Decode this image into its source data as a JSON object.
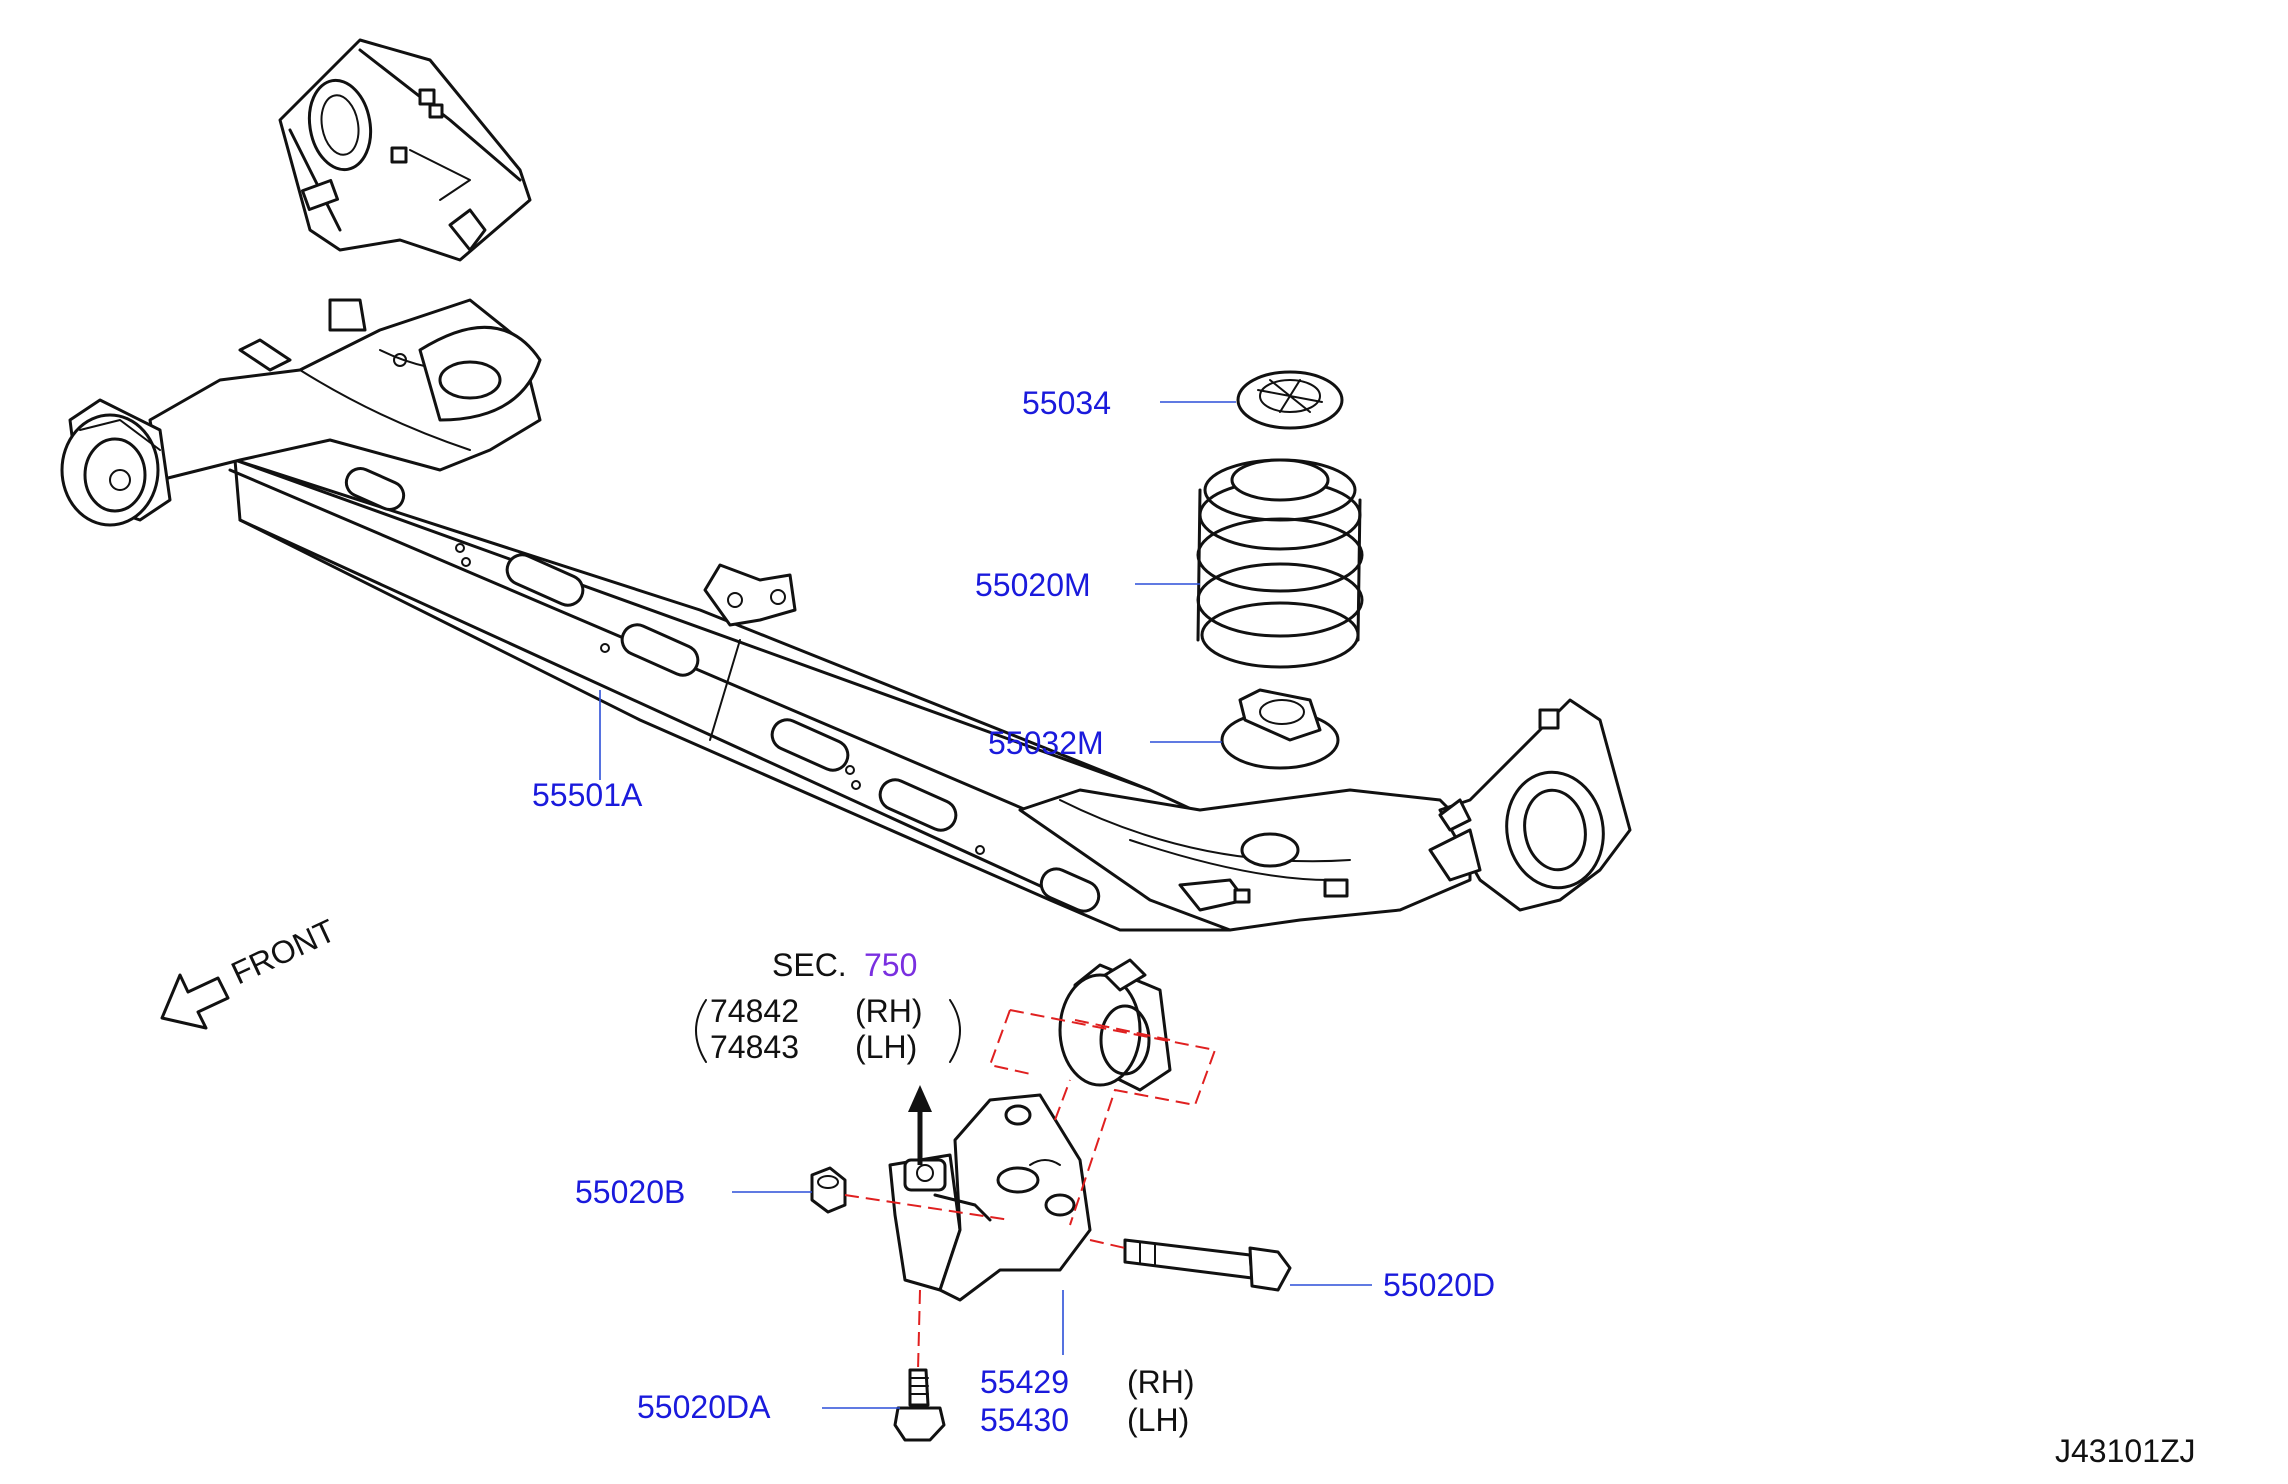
{
  "labels": {
    "p55034": "55034",
    "p55020M": "55020M",
    "p55032M": "55032M",
    "p55501A": "55501A",
    "sec_prefix": "SEC.",
    "sec_num": "750",
    "ref_74842": "74842",
    "ref_74842_side": "(RH)",
    "ref_74843": "74843",
    "ref_74843_side": "(LH)",
    "p55020B": "55020B",
    "p55020D": "55020D",
    "p55020DA": "55020DA",
    "p55429": "55429",
    "p55429_side": "(RH)",
    "p55430": "55430",
    "p55430_side": "(LH)",
    "front": "FRONT",
    "diagram_code": "J43101ZJ"
  },
  "colors": {
    "part_number": "#1a1adc",
    "section_number": "#7a2fe0",
    "text": "#111111",
    "dashed_alignment": "#e02020"
  }
}
